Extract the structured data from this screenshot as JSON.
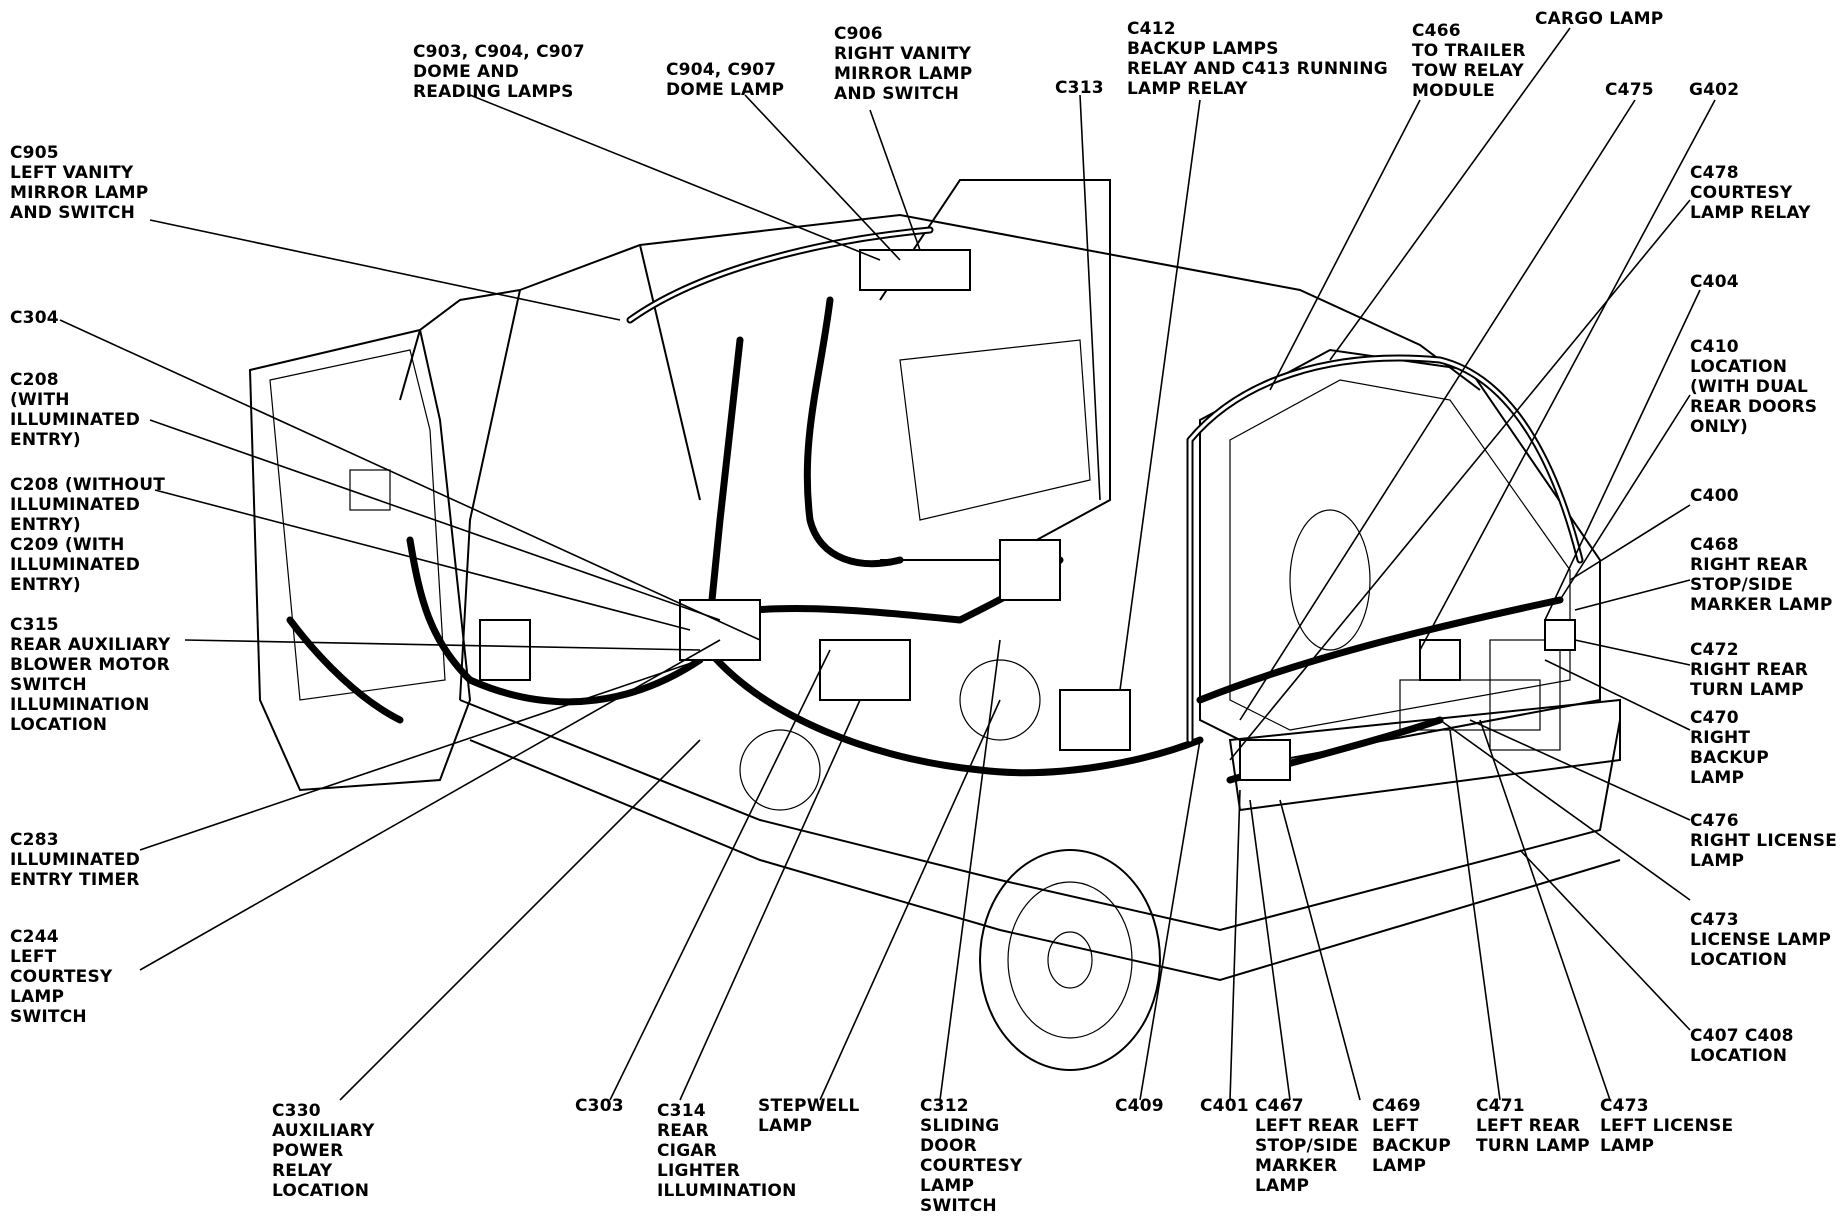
{
  "labels": {
    "c903": "C903, C904, C907\nDOME AND\nREADING LAMPS",
    "c904": "C904, C907\nDOME LAMP",
    "c906": "C906\nRIGHT VANITY\nMIRROR LAMP\nAND SWITCH",
    "c313": "C313",
    "c412": "C412\nBACKUP LAMPS\nRELAY AND C413 RUNNING\nLAMP RELAY",
    "c466": "C466\nTO TRAILER\nTOW RELAY\nMODULE",
    "cargo": "CARGO LAMP",
    "c475": "C475",
    "g402": "G402",
    "c905": "C905\nLEFT VANITY\nMIRROR LAMP\nAND SWITCH",
    "c478": "C478\nCOURTESY\nLAMP RELAY",
    "c304": "C304",
    "c404": "C404",
    "c208": "C208\n(WITH\nILLUMINATED\nENTRY)",
    "c410": "C410\nLOCATION\n(WITH DUAL\nREAR DOORS\nONLY)",
    "c208b": "C208 (WITHOUT\nILLUMINATED\nENTRY)\nC209 (WITH\nILLUMINATED\nENTRY)",
    "c400": "C400",
    "c468": "C468\nRIGHT REAR\nSTOP/SIDE\nMARKER LAMP",
    "c315": "C315\nREAR AUXILIARY\nBLOWER MOTOR\nSWITCH\nILLUMINATION\nLOCATION",
    "c472": "C472\nRIGHT REAR\nTURN LAMP",
    "c470": "C470\nRIGHT\nBACKUP\nLAMP",
    "c283": "C283\nILLUMINATED\nENTRY TIMER",
    "c476": "C476\nRIGHT LICENSE\nLAMP",
    "c244": "C244\nLEFT\nCOURTESY\nLAMP\nSWITCH",
    "c473r": "C473\nLICENSE LAMP\nLOCATION",
    "c407": "C407 C408\nLOCATION",
    "c330": "C330\nAUXILIARY\nPOWER\nRELAY\nLOCATION",
    "c303": "C303",
    "c314": "C314\nREAR\nCIGAR\nLIGHTER\nILLUMINATION",
    "stepwell": "STEPWELL\nLAMP",
    "c312": "C312\nSLIDING\nDOOR\nCOURTESY\nLAMP\nSWITCH",
    "c409": "C409",
    "c401": "C401",
    "c467": "C467\nLEFT REAR\nSTOP/SIDE\nMARKER\nLAMP",
    "c469": "C469\nLEFT\nBACKUP\nLAMP",
    "c471": "C471\nLEFT REAR\nTURN LAMP",
    "c473l": "C473\nLEFT LICENSE\nLAMP"
  }
}
